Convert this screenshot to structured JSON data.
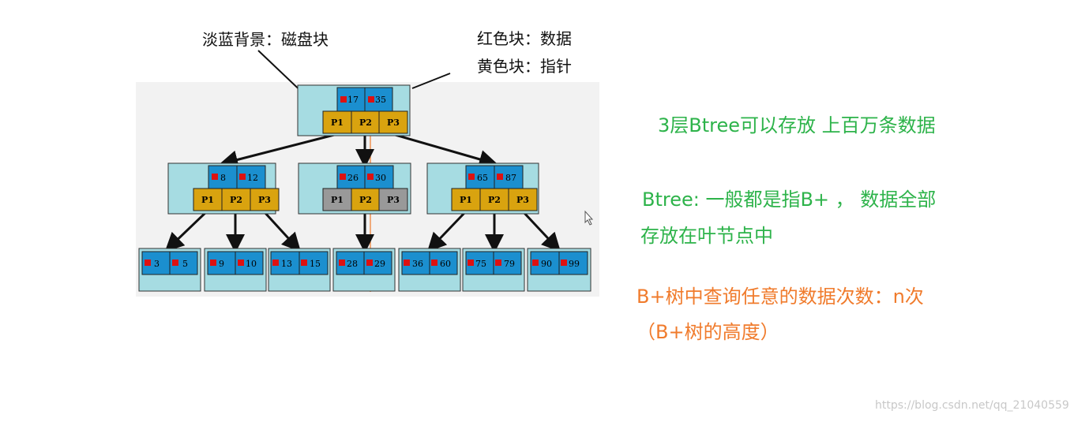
{
  "annotations": {
    "disk_block": "淡蓝背景：磁盘块",
    "red_block": "红色块：数据",
    "yellow_block": "黄色块：指针"
  },
  "notes": {
    "line1": "3层Btree可以存放 上百万条数据",
    "line2": "Btree: 一般都是指B+ ， 数据全部",
    "line3": "存放在叶节点中",
    "line4": "B+树中查询任意的数据次数：n次",
    "line5": "（B+树的高度）"
  },
  "colors": {
    "green": "#2db34a",
    "orange": "#f07b2c",
    "block_bg": "#a6dce2",
    "key_cell": "#1b8fcf",
    "pointer_cell": "#d9a30f",
    "pointer_gray": "#999999",
    "data_mark": "#dd1111"
  },
  "tree": {
    "root": {
      "keys": [
        "17",
        "35"
      ],
      "pointers": [
        "P1",
        "P2",
        "P3"
      ]
    },
    "level2": [
      {
        "keys": [
          "8",
          "12"
        ],
        "pointers": [
          "P1",
          "P2",
          "P3"
        ]
      },
      {
        "keys": [
          "26",
          "30"
        ],
        "pointers": [
          "P1",
          "P2",
          "P3"
        ]
      },
      {
        "keys": [
          "65",
          "87"
        ],
        "pointers": [
          "P1",
          "P2",
          "P3"
        ]
      }
    ],
    "leaves": [
      {
        "keys": [
          "3",
          "5"
        ]
      },
      {
        "keys": [
          "9",
          "10"
        ]
      },
      {
        "keys": [
          "13",
          "15"
        ]
      },
      {
        "keys": [
          "28",
          "29"
        ]
      },
      {
        "keys": [
          "36",
          "60"
        ]
      },
      {
        "keys": [
          "75",
          "79"
        ]
      },
      {
        "keys": [
          "90",
          "99"
        ]
      }
    ]
  },
  "watermark": "https://blog.csdn.net/qq_21040559"
}
